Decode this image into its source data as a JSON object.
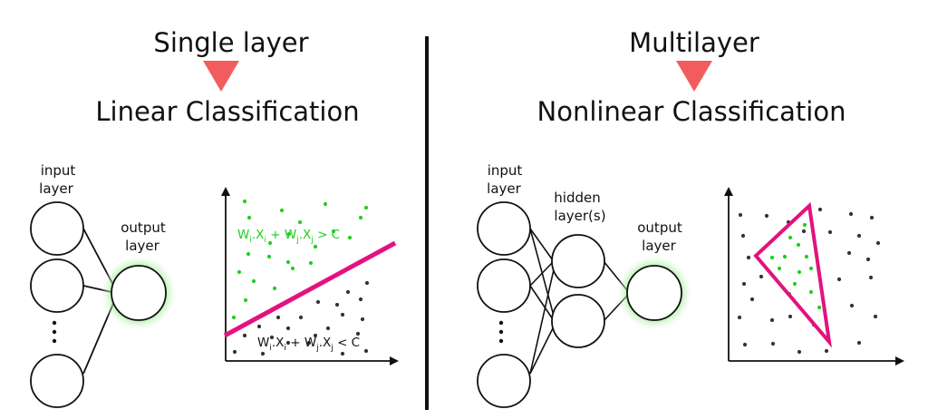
{
  "left": {
    "heading": "Single layer",
    "subheading": "Linear Classification",
    "input_label_1": "input",
    "input_label_2": "layer",
    "output_label_1": "output",
    "output_label_2": "layer",
    "eq_upper": {
      "w1": "W",
      "i1": "i",
      "x1": ".X",
      "i2": "i",
      "plus": " + ",
      "w2": "W",
      "j1": "j",
      "x2": ".X",
      "j2": "j",
      "op": " > C"
    },
    "eq_lower": {
      "w1": "W",
      "i1": "i",
      "x1": ".X",
      "i2": "i",
      "plus": " + ",
      "w2": "W",
      "j1": "j",
      "x2": ".X",
      "j2": "j",
      "op": " < C"
    }
  },
  "right": {
    "heading": "Multilayer",
    "subheading": "Nonlinear Classification",
    "input_label_1": "input",
    "input_label_2": "layer",
    "hidden_label_1": "hidden",
    "hidden_label_2": "layer(s)",
    "output_label_1": "output",
    "output_label_2": "layer"
  },
  "colors": {
    "arrow": "#f25c5c",
    "boundary": "#e3127f",
    "green_dots": "#1ecf1e",
    "dark_dots": "#333333",
    "glow": "#7be37b",
    "divider": "#111111"
  },
  "icons": [
    "down-triangle-icon",
    "glow-node-icon",
    "axis-arrow-icon"
  ]
}
